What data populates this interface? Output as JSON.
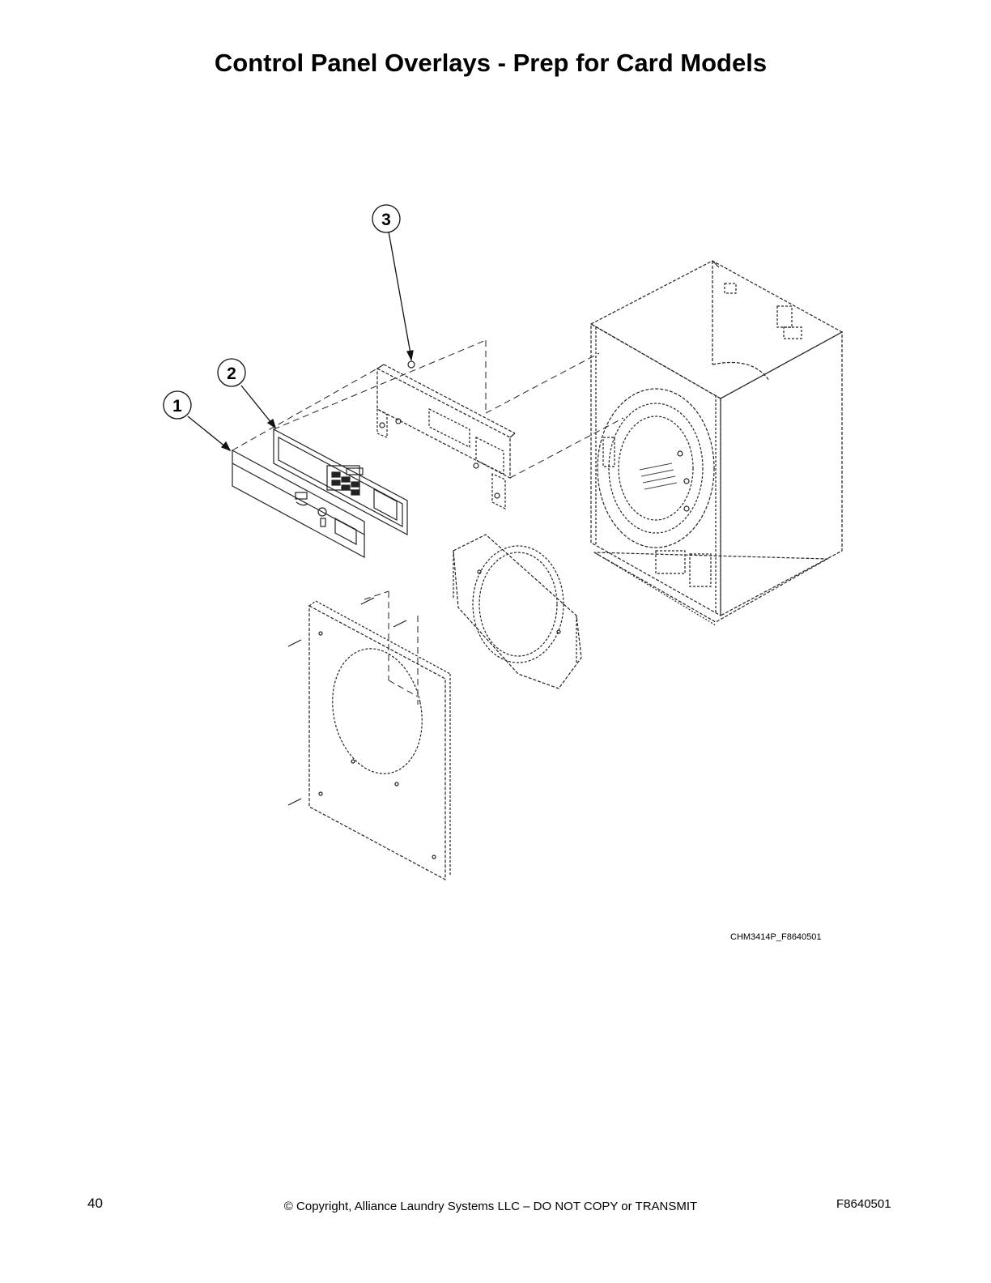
{
  "page": {
    "title": "Control Panel Overlays - Prep for Card Models",
    "figure_code": "CHM3414P_F8640501"
  },
  "callouts": [
    {
      "number": "1"
    },
    {
      "number": "2"
    },
    {
      "number": "3"
    }
  ],
  "footer": {
    "page_number": "40",
    "copyright": "© Copyright, Alliance Laundry Systems LLC – DO NOT COPY or TRANSMIT",
    "document_id": "F8640501"
  }
}
